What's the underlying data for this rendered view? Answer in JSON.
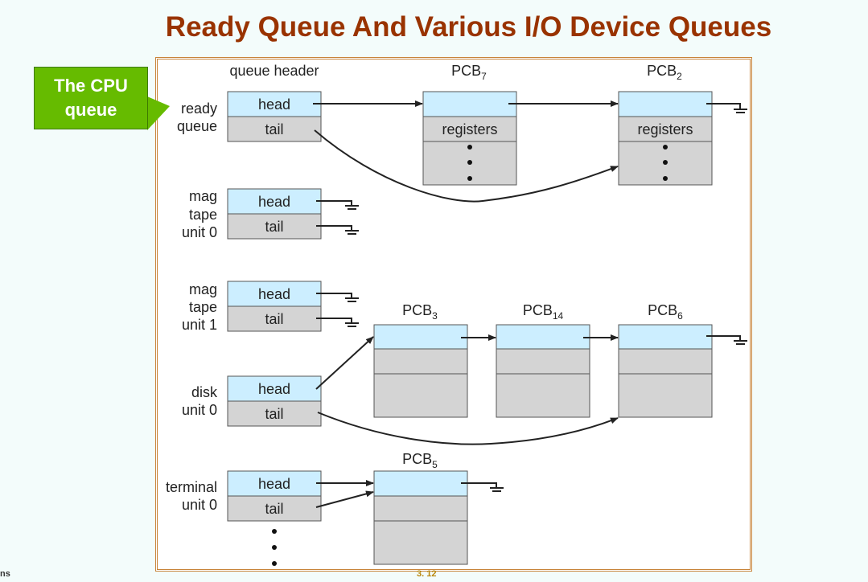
{
  "title": "Ready Queue And Various I/O Device Queues",
  "callout": {
    "line1": "The CPU",
    "line2": "queue"
  },
  "header_label": "queue header",
  "queues": {
    "ready": [
      "ready",
      "queue"
    ],
    "mag0": [
      "mag",
      "tape",
      "unit 0"
    ],
    "mag1": [
      "mag",
      "tape",
      "unit 1"
    ],
    "disk": [
      "disk",
      "unit 0"
    ],
    "terminal": [
      "terminal",
      "unit 0"
    ]
  },
  "cell_labels": {
    "head": "head",
    "tail": "tail",
    "registers": "registers"
  },
  "pcbs": {
    "pcb7": {
      "base": "PCB",
      "sub": "7"
    },
    "pcb2": {
      "base": "PCB",
      "sub": "2"
    },
    "pcb3": {
      "base": "PCB",
      "sub": "3"
    },
    "pcb14": {
      "base": "PCB",
      "sub": "14"
    },
    "pcb6": {
      "base": "PCB",
      "sub": "6"
    },
    "pcb5": {
      "base": "PCB",
      "sub": "5"
    }
  },
  "footer": {
    "left": "ns",
    "page": "3. 12"
  },
  "colors": {
    "title": "#993300",
    "callout": "#66bb00",
    "head_cell": "#cceeff",
    "cell": "#d4d4d4",
    "frame": "#c8843a"
  }
}
